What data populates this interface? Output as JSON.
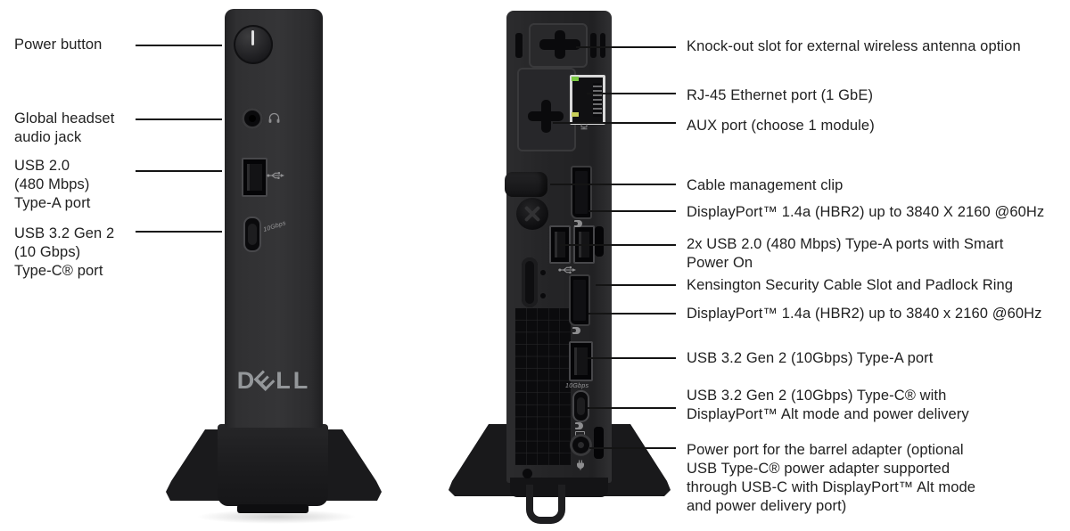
{
  "colors": {
    "background": "#ffffff",
    "label_text": "#212121",
    "leader_line": "#141414",
    "device_body_front": "#2e2e30",
    "device_body_back": "#242426",
    "dell_logo": "#94979a",
    "rj45_led_green": "#7ac943",
    "rj45_led_amber": "#c8cf5a"
  },
  "front": {
    "logo": "DELL",
    "usb_c_badge": "10Gbps"
  },
  "back": {
    "usb_a_badge": "10Gbps"
  },
  "icons": {
    "power_button": "power-mark-icon",
    "headset": "headset-icon",
    "usb": "usb-trident-icon",
    "displayport": "displayport-icon",
    "network": "network-icon",
    "power_plug": "plug-icon",
    "battery": "battery-icon"
  },
  "callouts": {
    "left": [
      {
        "text": "Power button"
      },
      {
        "text": "Global headset\naudio jack"
      },
      {
        "text": "USB 2.0\n(480 Mbps)\nType-A port"
      },
      {
        "text": "USB 3.2 Gen 2\n(10 Gbps)\nType-C® port"
      }
    ],
    "right": [
      {
        "text": "Knock-out slot for external wireless antenna option"
      },
      {
        "text": "RJ-45 Ethernet port (1 GbE)"
      },
      {
        "text": "AUX port (choose 1 module)"
      },
      {
        "text": "Cable management clip"
      },
      {
        "text": "DisplayPort™ 1.4a (HBR2) up to 3840 X 2160 @60Hz"
      },
      {
        "text": "2x USB 2.0 (480 Mbps) Type-A ports with Smart\nPower On"
      },
      {
        "text": "Kensington Security Cable Slot and Padlock Ring"
      },
      {
        "text": "DisplayPort™ 1.4a (HBR2) up to 3840 x 2160 @60Hz"
      },
      {
        "text": "USB 3.2 Gen 2 (10Gbps) Type-A port"
      },
      {
        "text": "USB 3.2 Gen 2 (10Gbps) Type-C® with\nDisplayPort™ Alt mode and power delivery"
      },
      {
        "text": "Power port for the barrel adapter (optional\nUSB Type-C® power adapter supported\nthrough USB-C with DisplayPort™ Alt mode\nand power delivery port)"
      }
    ]
  }
}
